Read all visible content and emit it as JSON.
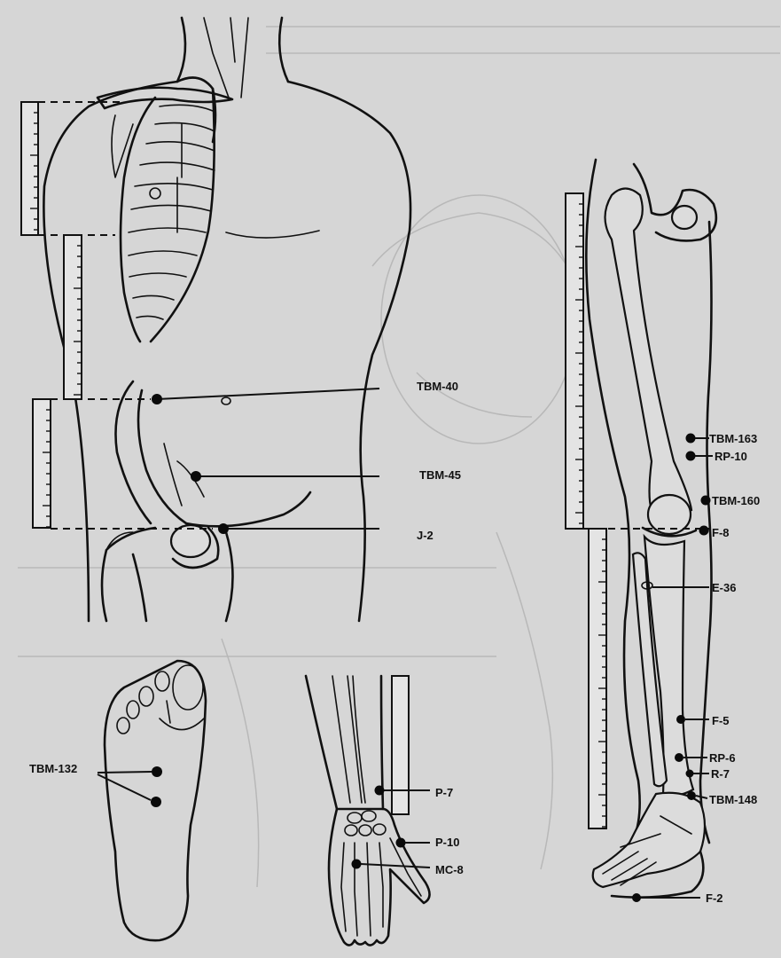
{
  "labels": {
    "tbm40": "TBM-40",
    "tbm45": "TBM-45",
    "j2": "J-2",
    "tbm163": "TBM-163",
    "rp10": "RP-10",
    "tbm160": "TBM-160",
    "f8": "F-8",
    "e36": "E-36",
    "f5": "F-5",
    "rp6": "RP-6",
    "r7": "R-7",
    "tbm148": "TBM-148",
    "f2": "F-2",
    "tbm132": "TBM-132",
    "p7": "P-7",
    "p10": "P-10",
    "mc8": "MC-8"
  }
}
